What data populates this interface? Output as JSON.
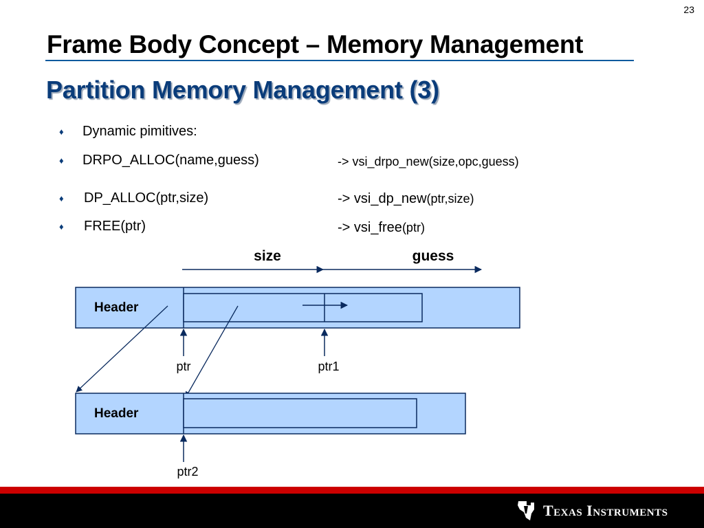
{
  "slide_number": "23",
  "title": "Frame Body Concept – Memory Management",
  "subtitle": "Partition Memory Management (3)",
  "bullet_symbol": "♦",
  "bullets": [
    {
      "text": "Dynamic pimitives:",
      "func": ""
    },
    {
      "text": "DRPO_ALLOC(name,guess)",
      "func": "-> vsi_drpo_new(size,opc,guess)"
    },
    {
      "text": "DP_ALLOC(ptr,size)",
      "func_prefix": "-> vsi_dp_new",
      "func_suffix": "(ptr,size)"
    },
    {
      "text": "FREE(ptr)",
      "func_prefix": "-> vsi_free",
      "func_suffix": "(ptr)"
    }
  ],
  "diagram": {
    "size_label": "size",
    "guess_label": "guess",
    "header_top": "Header",
    "header_bottom": "Header",
    "ptr_label": "ptr",
    "ptr1_label": "ptr1",
    "ptr2_label": "ptr2",
    "fill_color": "#b3d5ff",
    "line_color": "#0a2a5e"
  },
  "footer": {
    "brand": "Texas Instruments",
    "red_color": "#cc0000"
  }
}
